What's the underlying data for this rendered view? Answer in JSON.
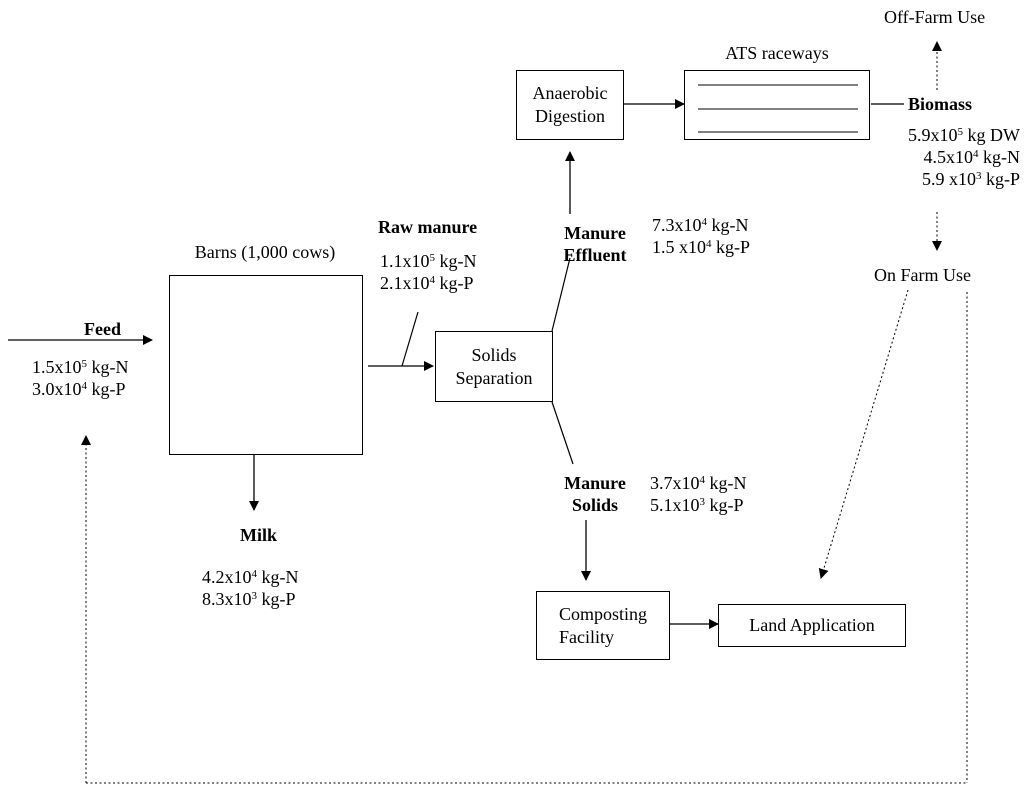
{
  "nodes": {
    "barns": {
      "label": "Barns (1,000 cows)"
    },
    "digestion": {
      "label_line1": "Anaerobic",
      "label_line2": "Digestion"
    },
    "ats": {
      "label": "ATS raceways"
    },
    "solids_sep": {
      "label_line1": "Solids",
      "label_line2": "Separation"
    },
    "composting": {
      "label_line1": "Composting",
      "label_line2": "Facility"
    },
    "land": {
      "label": "Land Application"
    },
    "off_farm": {
      "label": "Off-Farm Use"
    },
    "on_farm": {
      "label": "On Farm Use"
    }
  },
  "flows": {
    "feed": {
      "title": "Feed",
      "n": {
        "mantissa": "1.5x10",
        "exp": "5",
        "unit": " kg-N"
      },
      "p": {
        "mantissa": "3.0x10",
        "exp": "4",
        "unit": " kg-P"
      }
    },
    "raw_manure": {
      "title": "Raw manure",
      "n": {
        "mantissa": "1.1x10",
        "exp": "5",
        "unit": " kg-N"
      },
      "p": {
        "mantissa": "2.1x10",
        "exp": "4",
        "unit": " kg-P"
      }
    },
    "milk": {
      "title": "Milk",
      "n": {
        "mantissa": "4.2x10",
        "exp": "4",
        "unit": " kg-N"
      },
      "p": {
        "mantissa": "8.3x10",
        "exp": "3",
        "unit": " kg-P"
      }
    },
    "manure_effluent": {
      "title_line1": "Manure",
      "title_line2": "Effluent",
      "n": {
        "mantissa": "7.3x10",
        "exp": "4",
        "unit": " kg-N"
      },
      "p": {
        "mantissa": "1.5 x10",
        "exp": "4",
        "unit": " kg-P"
      }
    },
    "manure_solids": {
      "title_line1": "Manure",
      "title_line2": "Solids",
      "n": {
        "mantissa": "3.7x10",
        "exp": "4",
        "unit": " kg-N"
      },
      "p": {
        "mantissa": "5.1x10",
        "exp": "3",
        "unit": " kg-P"
      }
    },
    "biomass": {
      "title": "Biomass",
      "dw": {
        "mantissa": "5.9x10",
        "exp": "5",
        "unit": " kg DW"
      },
      "n": {
        "mantissa": "4.5x10",
        "exp": "4",
        "unit": " kg-N"
      },
      "p": {
        "mantissa": "5.9 x10",
        "exp": "3",
        "unit": " kg-P"
      }
    }
  }
}
